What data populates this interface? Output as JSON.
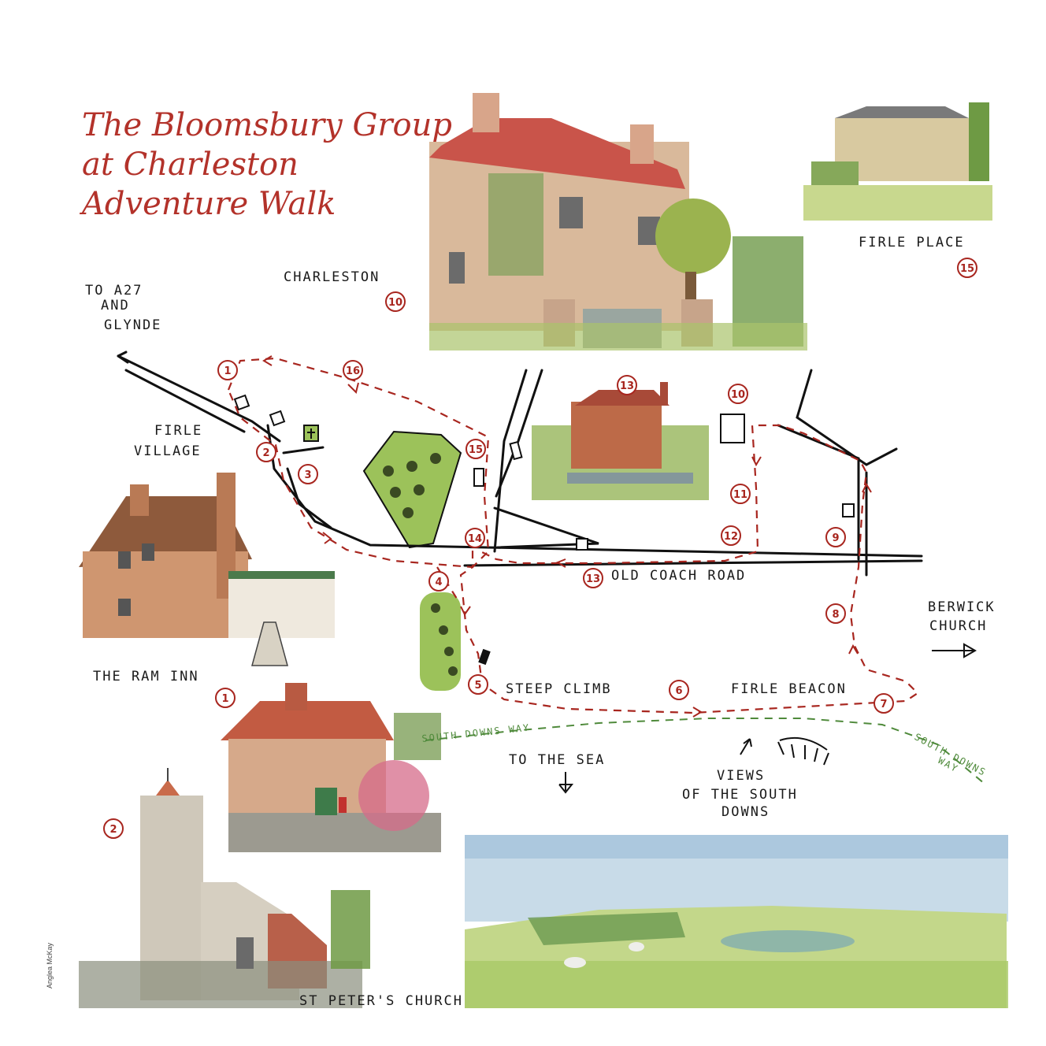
{
  "title": {
    "line1": "The Bloomsbury Group",
    "line2": "at Charleston",
    "line3": "Adventure Walk"
  },
  "labels": {
    "charleston": "CHARLESTON",
    "firle_place": "FIRLE PLACE",
    "to_a27_line1": "TO A27",
    "to_a27_line2": "AND",
    "to_a27_line3": "GLYNDE",
    "firle_village_line1": "FIRLE",
    "firle_village_line2": "VILLAGE",
    "ram_inn": "THE RAM INN",
    "old_coach_road": "OLD COACH ROAD",
    "berwick_line1": "BERWICK",
    "berwick_line2": "CHURCH",
    "steep_climb": "STEEP CLIMB",
    "firle_beacon": "FIRLE BEACON",
    "south_downs_way_1": "SOUTH DOWNS WAY",
    "south_downs_way_2a": "SOUTH DOWNS",
    "south_downs_way_2b": "WAY",
    "to_the_sea": "TO THE SEA",
    "views_line1": "VIEWS",
    "views_line2": "OF THE SOUTH",
    "views_line3": "DOWNS",
    "st_peters": "ST PETER'S CHURCH",
    "credit": "Anglea McKay"
  },
  "markers": {
    "m1a": "1",
    "m1b": "1",
    "m2a": "2",
    "m2b": "2",
    "m3": "3",
    "m4": "4",
    "m5": "5",
    "m6": "6",
    "m7": "7",
    "m8": "8",
    "m9": "9",
    "m10a": "10",
    "m10b": "10",
    "m11": "11",
    "m12": "12",
    "m13a": "13",
    "m13b": "13",
    "m14": "14",
    "m15a": "15",
    "m15b": "15",
    "m16": "16"
  },
  "colors": {
    "route": "#a8261f",
    "road": "#111111",
    "south_downs_way": "#4f8a3b",
    "park": "#9cc25a",
    "title": "#b3322a"
  }
}
